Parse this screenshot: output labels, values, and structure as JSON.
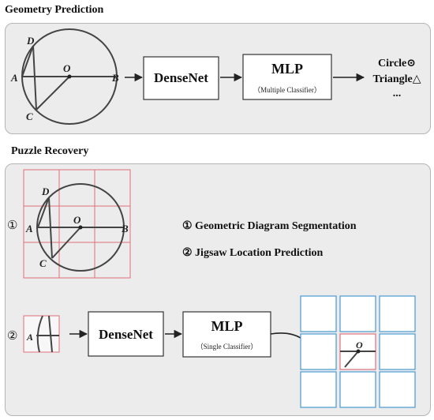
{
  "section1": {
    "title": "Geometry Prediction",
    "points": {
      "D": "D",
      "A": "A",
      "O": "O",
      "B": "B",
      "C": "C"
    },
    "densenet_label": "DenseNet",
    "mlp_label": "MLP",
    "mlp_sub": "（Multiple Classifier）",
    "outputs": [
      "Circle⊙",
      "Triangle△",
      "..."
    ]
  },
  "section2": {
    "title": "Puzzle Recovery",
    "step1_marker": "①",
    "step2_marker": "②",
    "points": {
      "D": "D",
      "A": "A",
      "O": "O",
      "B": "B",
      "C": "C"
    },
    "legend": [
      "① Geometric Diagram Segmentation",
      "② Jigsaw Location Prediction"
    ],
    "densenet_label": "DenseNet",
    "mlp_label": "MLP",
    "mlp_sub": "（Single Classifier）"
  },
  "colors": {
    "panel": "#ececec",
    "grid_red": "#e0707a",
    "grid_blue": "#4a9ad0"
  }
}
